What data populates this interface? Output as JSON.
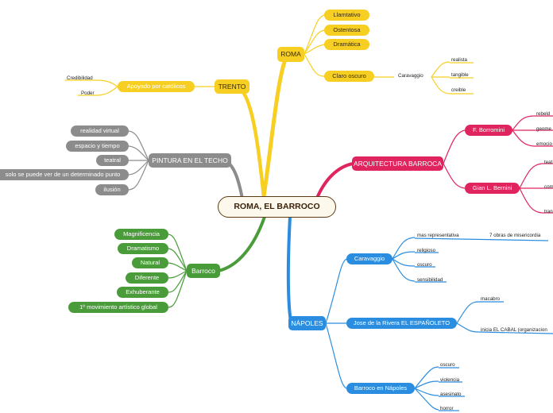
{
  "root": "ROMA, EL BARROCO",
  "roma": {
    "label": "ROMA",
    "items": [
      "Llamtativo",
      "Ostentosa",
      "Dramática",
      "Claro oscuro"
    ],
    "claro_oscuro_child": "Caravaggio",
    "caravaggio_items": [
      "realista",
      "tangible",
      "creible"
    ]
  },
  "trento": {
    "label": "TRENTO",
    "child": "Apoyado por católicos",
    "items": [
      "Credibilidad",
      "Poder"
    ]
  },
  "techo": {
    "label": "PINTURA EN EL TECHO",
    "items": [
      "realidad virtual",
      "espacio y tiempo",
      "teatral",
      "solo se puede ver de un determinado punto",
      "ilusión"
    ]
  },
  "barroco": {
    "label": "Barroco",
    "items": [
      "Magnificencia",
      "Dramatismo",
      "Natural",
      "Diferente",
      "Exhuberante",
      "1º movimiento artístico global"
    ]
  },
  "arquitectura": {
    "label": "ARQUITECTURA BARROCA",
    "borromini": {
      "label": "F. Borromini",
      "items": [
        "rebeld",
        "geome",
        "emocio"
      ]
    },
    "bernini": {
      "label": "Gian L. Bernini",
      "items": [
        "teat",
        "com",
        "tran"
      ]
    }
  },
  "napoles": {
    "label": "NÁPOLES",
    "caravaggio": {
      "label": "Caravaggio",
      "items": [
        "mas representativa",
        "religioso",
        "oscuro",
        "sensibilidad"
      ],
      "sub": "7 obras de misericordia"
    },
    "ribera": {
      "label": "Jose de la Rivera EL ESPAÑOLETO",
      "items": [
        "macabro",
        "inicia EL CABAL (organizacion"
      ]
    },
    "barroco_napoles": {
      "label": "Barroco en Nápoles",
      "items": [
        "oscuro",
        "violencia",
        "asesinato",
        "horror"
      ]
    }
  },
  "colors": {
    "yellow": "#f7cf22",
    "gray": "#8c8c8c",
    "green": "#4a9c3a",
    "pink": "#e0245e",
    "blue": "#2a8de0",
    "root_border": "#5e3a14"
  }
}
